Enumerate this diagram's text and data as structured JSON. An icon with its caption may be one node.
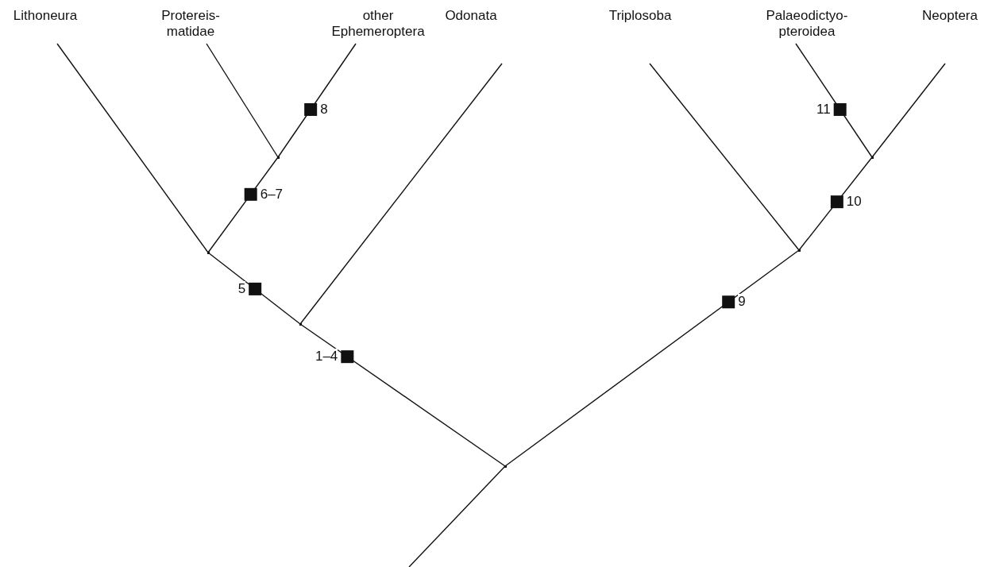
{
  "diagram": {
    "nodes": [
      {
        "text": [
          "Lithoneura"
        ]
      },
      {
        "text": [
          "Protereis- matidae"
        ]
      },
      {
        "text": [
          "other Ephemeroptera"
        ]
      },
      {
        "text": [
          "Odonata"
        ]
      },
      {
        "text": [
          "Triplosoba"
        ]
      },
      {
        "text": [
          "Palaeodictyo- pteroidea"
        ]
      },
      {
        "text": [
          "Neoptera"
        ]
      },
      {
        "text": [],
        "shape": "point"
      },
      {
        "text": [],
        "shape": "point"
      },
      {
        "text": [],
        "shape": "point"
      },
      {
        "text": [],
        "shape": "point"
      },
      {
        "text": [],
        "shape": "point"
      },
      {
        "text": [],
        "shape": "point"
      }
    ],
    "edges": [
      {
        "from": null,
        "to": 10,
        "arrow": "none"
      },
      {
        "from": 10,
        "to": 9,
        "arrow": "none",
        "label": "1–4"
      },
      {
        "from": 9,
        "to": 7,
        "arrow": "none",
        "label": "5"
      },
      {
        "from": 9,
        "to": 3,
        "arrow": "none"
      },
      {
        "from": 7,
        "to": 0,
        "arrow": "none"
      },
      {
        "from": 7,
        "to": 8,
        "arrow": "none",
        "label": "6–7"
      },
      {
        "from": 8,
        "to": 1,
        "arrow": "none"
      },
      {
        "from": 8,
        "to": 2,
        "arrow": "none",
        "label": "8"
      },
      {
        "from": 10,
        "to": 11,
        "arrow": "none",
        "label": "9"
      },
      {
        "from": 11,
        "to": 4,
        "arrow": "none"
      },
      {
        "from": 11,
        "to": 12,
        "arrow": "none",
        "label": "10"
      },
      {
        "from": 12,
        "to": 5,
        "arrow": "none",
        "label": "11"
      },
      {
        "from": 12,
        "to": 6,
        "arrow": "none"
      }
    ]
  }
}
